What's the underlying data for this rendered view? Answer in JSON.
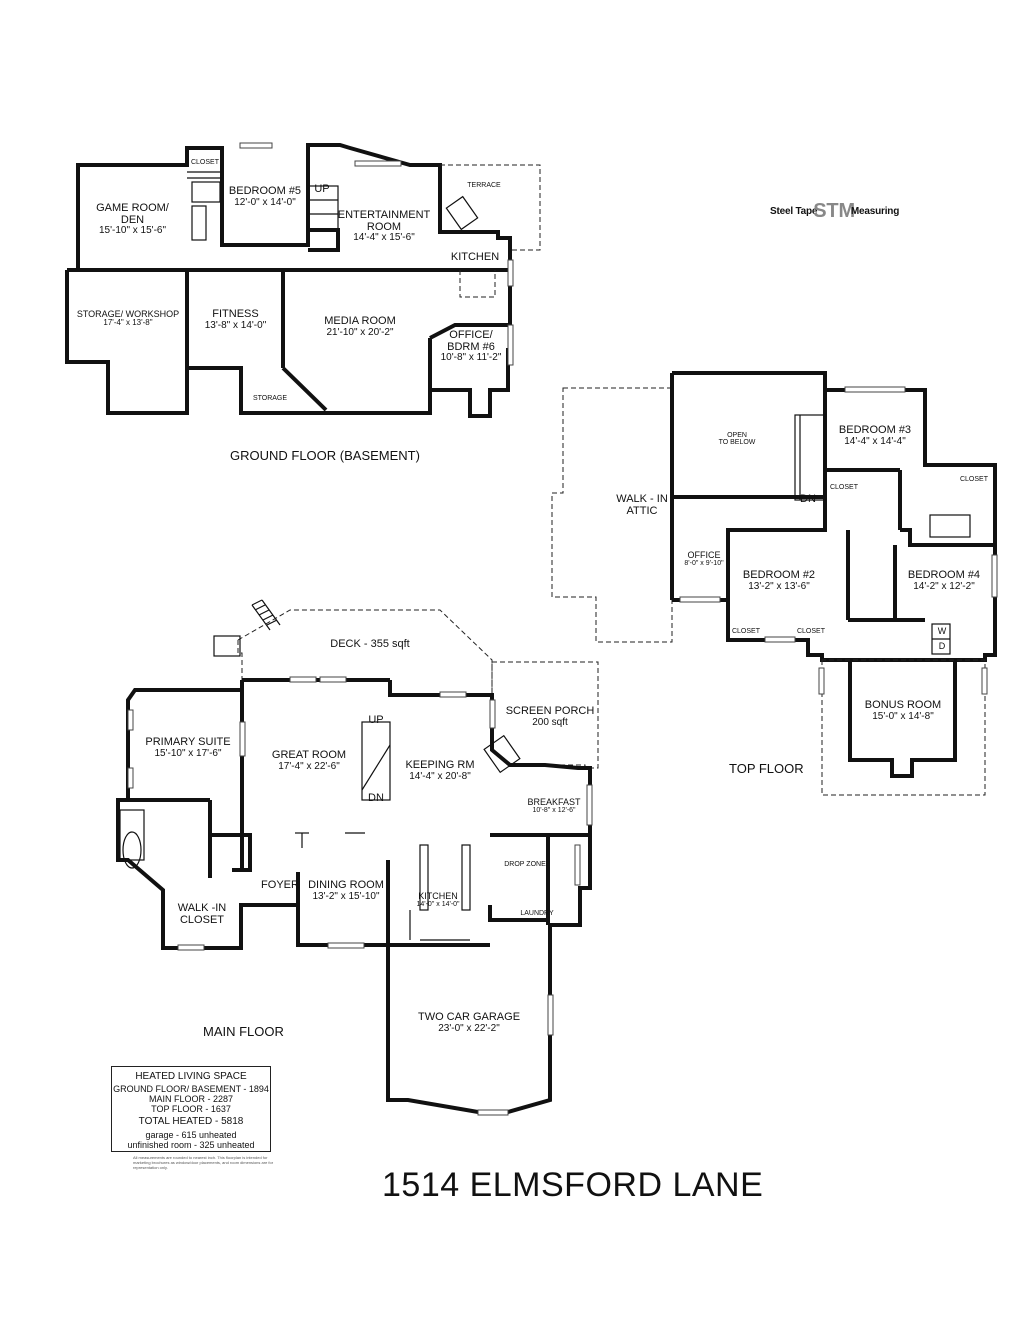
{
  "logo": {
    "pre": "Steel Tape",
    "mark": "STM",
    "post": "Measuring"
  },
  "floors": {
    "ground": "GROUND FLOOR (BASEMENT)",
    "main": "MAIN FLOOR",
    "top": "TOP FLOOR"
  },
  "rooms": {
    "closet_b5": {
      "name": "CLOSET"
    },
    "bedroom5": {
      "name": "BEDROOM #5",
      "dim": "12'-0\" x 14'-0\""
    },
    "game": {
      "name": "GAME ROOM/\nDEN",
      "dim": "15'-10\" x 15'-6\""
    },
    "entertainment": {
      "name": "ENTERTAINMENT\nROOM",
      "dim": "14'-4\" x 15'-6\""
    },
    "terrace": {
      "name": "TERRACE"
    },
    "kitchen_b": {
      "name": "KITCHEN"
    },
    "up_b": {
      "name": "UP"
    },
    "storage_ws": {
      "name": "STORAGE/ WORKSHOP",
      "dim": "17'-4\" x 13'-8\""
    },
    "fitness": {
      "name": "FITNESS",
      "dim": "13'-8\" x 14'-0\""
    },
    "media": {
      "name": "MEDIA ROOM",
      "dim": "21'-10\" x 20'-2\""
    },
    "office6": {
      "name": "OFFICE/\nBDRM #6",
      "dim": "10'-8\" x 11'-2\""
    },
    "storage_b": {
      "name": "STORAGE"
    },
    "open_below": {
      "name": "OPEN\nTO BELOW"
    },
    "bedroom3": {
      "name": "BEDROOM #3",
      "dim": "14'-4\" x 14'-4\""
    },
    "closet_b3": {
      "name": "CLOSET"
    },
    "closet_bath": {
      "name": "CLOSET"
    },
    "dn_t": {
      "name": "DN"
    },
    "attic": {
      "name": "WALK - IN\nATTIC"
    },
    "office_t": {
      "name": "OFFICE",
      "dim": "8'-0\" x 9'-10\""
    },
    "bedroom2": {
      "name": "BEDROOM #2",
      "dim": "13'-2\" x 13'-6\""
    },
    "bedroom4": {
      "name": "BEDROOM #4",
      "dim": "14'-2\" x 12'-2\""
    },
    "closet_b2a": {
      "name": "CLOSET"
    },
    "closet_b2b": {
      "name": "CLOSET"
    },
    "w": {
      "name": "W"
    },
    "dd": {
      "name": "D"
    },
    "bonus": {
      "name": "BONUS ROOM",
      "dim": "15'-0\" x 14'-8\""
    },
    "deck": {
      "name": "DECK - 355  sqft"
    },
    "screen": {
      "name": "SCREEN PORCH",
      "dim": "200 sqft"
    },
    "primary": {
      "name": "PRIMARY SUITE",
      "dim": "15'-10\" x 17'-6\""
    },
    "great": {
      "name": "GREAT ROOM",
      "dim": "17'-4\" x 22'-6\""
    },
    "keeping": {
      "name": "KEEPING RM",
      "dim": "14'-4\" x 20'-8\""
    },
    "up_m": {
      "name": "UP"
    },
    "dn_m": {
      "name": "DN"
    },
    "breakfast": {
      "name": "BREAKFAST",
      "dim": "10'-8\" x 12'-6\""
    },
    "drop": {
      "name": "DROP ZONE"
    },
    "laundry": {
      "name": "LAUNDRY"
    },
    "foyer": {
      "name": "FOYER"
    },
    "dining": {
      "name": "DINING ROOM",
      "dim": "13'-2\" x 15'-10\""
    },
    "kitchen_m": {
      "name": "KITCHEN",
      "dim": "14'-0\" x 14'-0\""
    },
    "walkin": {
      "name": "WALK -IN\nCLOSET"
    },
    "garage": {
      "name": "TWO CAR GARAGE",
      "dim": "23'-0\" x 22'-2\""
    }
  },
  "summary": {
    "heading": "HEATED LIVING SPACE",
    "ground": "GROUND FLOOR/ BASEMENT - 1894",
    "main": "MAIN FLOOR - 2287",
    "top": "TOP FLOOR - 1637",
    "total": "TOTAL HEATED - 5818",
    "garage": "garage - 615 unheated",
    "unfinished": "unfinished room - 325 unheated"
  },
  "disclaimer": "All measurements are rounded to nearest inch. This floorplan is intended for marketing brochures as window/door placements, and room dimensions are for representation only.",
  "address": "1514 ELMSFORD LANE"
}
